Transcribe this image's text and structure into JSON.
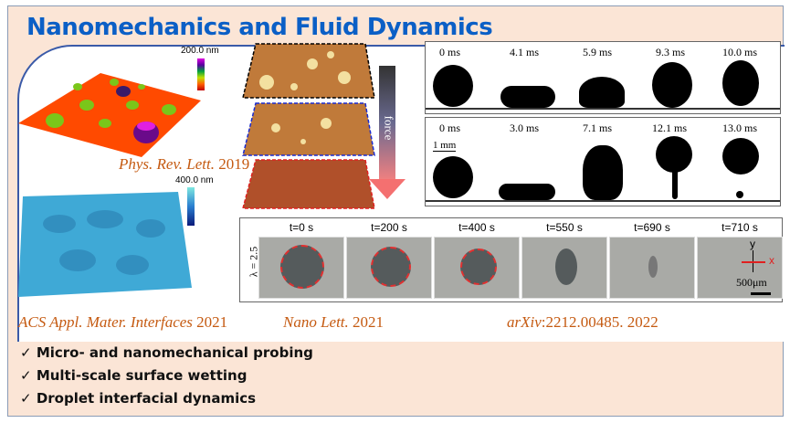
{
  "title": "Nanomechanics and Fluid Dynamics",
  "left": {
    "top_colorbar": "200.0 nm",
    "top_citation": {
      "journal": "Phys. Rev. Lett.",
      "year": "2019"
    },
    "bottom_colorbar": "400.0 nm",
    "bottom_citation": {
      "journal": "ACS Appl. Mater. Interfaces",
      "year": "2021"
    }
  },
  "middle": {
    "arrow_label": "force",
    "citation": {
      "journal": "Nano Lett.",
      "year": "2021"
    }
  },
  "droplets": {
    "row1": [
      "0 ms",
      "4.1 ms",
      "5.9 ms",
      "9.3 ms",
      "10.0 ms"
    ],
    "row2": [
      "0 ms",
      "3.0 ms",
      "7.1 ms",
      "12.1 ms",
      "13.0 ms"
    ],
    "scale": "1 mm"
  },
  "evaporation": {
    "times": [
      "t=0 s",
      "t=200 s",
      "t=400 s",
      "t=550 s",
      "t=690 s",
      "t=710 s"
    ],
    "lambda": "λ = 2.5",
    "axis_y": "y",
    "axis_x": "x",
    "scale": "500μm",
    "citation": {
      "journal": "arXiv",
      "rest": ":2212.00485. 2022"
    }
  },
  "bullets": [
    "Micro- and nanomechanical probing",
    "Multi-scale surface wetting",
    "Droplet interfacial dynamics"
  ],
  "check": "✓"
}
